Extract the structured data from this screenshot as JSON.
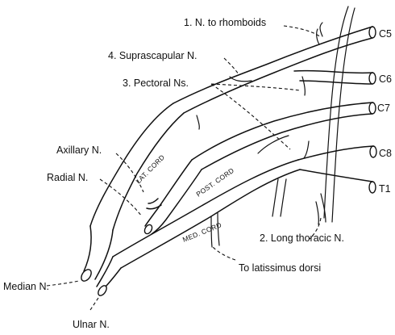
{
  "roots": {
    "c5": "C5",
    "c6": "C6",
    "c7": "C7",
    "c8": "C8",
    "t1": "T1"
  },
  "cords": {
    "lateral": "LAT. CORD",
    "posterior": "POST. CORD",
    "medial": "MED. CORD"
  },
  "labels": {
    "n_to_rhomboids": "1. N. to rhomboids",
    "suprascapular": "4. Suprascapular N.",
    "pectoral": "3. Pectoral Ns.",
    "axillary": "Axillary N.",
    "radial": "Radial N.",
    "long_thoracic": "2. Long thoracic N.",
    "latissimus": "To latissimus dorsi",
    "median": "Median N.",
    "ulnar": "Ulnar N."
  }
}
